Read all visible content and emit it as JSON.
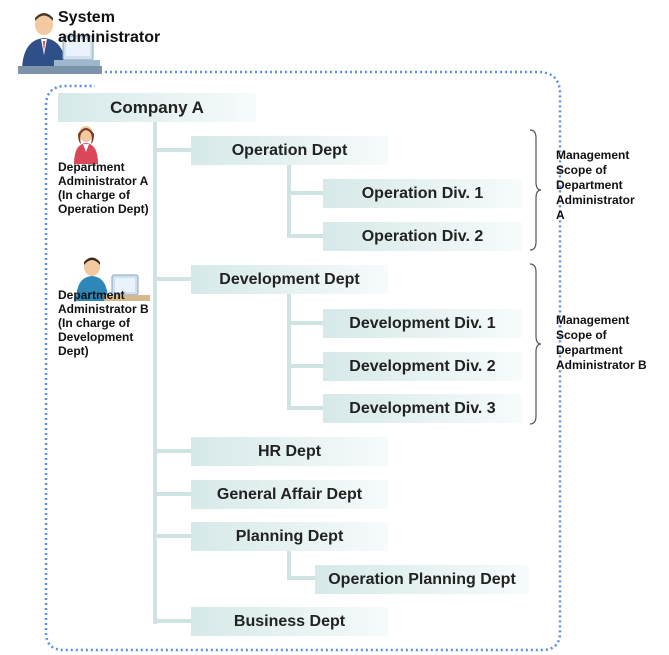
{
  "system_admin": {
    "label_line1": "System",
    "label_line2": "administrator"
  },
  "org": {
    "company": "Company A",
    "operation_dept": "Operation Dept",
    "operation_div1": "Operation Div. 1",
    "operation_div2": "Operation Div. 2",
    "development_dept": "Development Dept",
    "development_div1": "Development Div. 1",
    "development_div2": "Development Div. 2",
    "development_div3": "Development Div. 3",
    "hr_dept": "HR Dept",
    "general_affair_dept": "General Affair Dept",
    "planning_dept": "Planning Dept",
    "operation_planning_dept": "Operation Planning Dept",
    "business_dept": "Business Dept"
  },
  "admin_a": {
    "line1": "Department",
    "line2": "Administrator A",
    "line3": "(In charge of",
    "line4": "Operation Dept)"
  },
  "admin_b": {
    "line1": "Department",
    "line2": "Administrator B",
    "line3": "(In charge of",
    "line4": "Development",
    "line5": "Dept)"
  },
  "scope_a": {
    "line1": "Management",
    "line2": "Scope of",
    "line3": "Department",
    "line4": "Administrator",
    "line5": "A"
  },
  "scope_b": {
    "line1": "Management",
    "line2": "Scope of",
    "line3": "Department",
    "line4": "Administrator B"
  },
  "colors": {
    "box": "#d6e9e8",
    "connector": "#cfe3e3",
    "dotted_border": "#5b8fe0"
  }
}
